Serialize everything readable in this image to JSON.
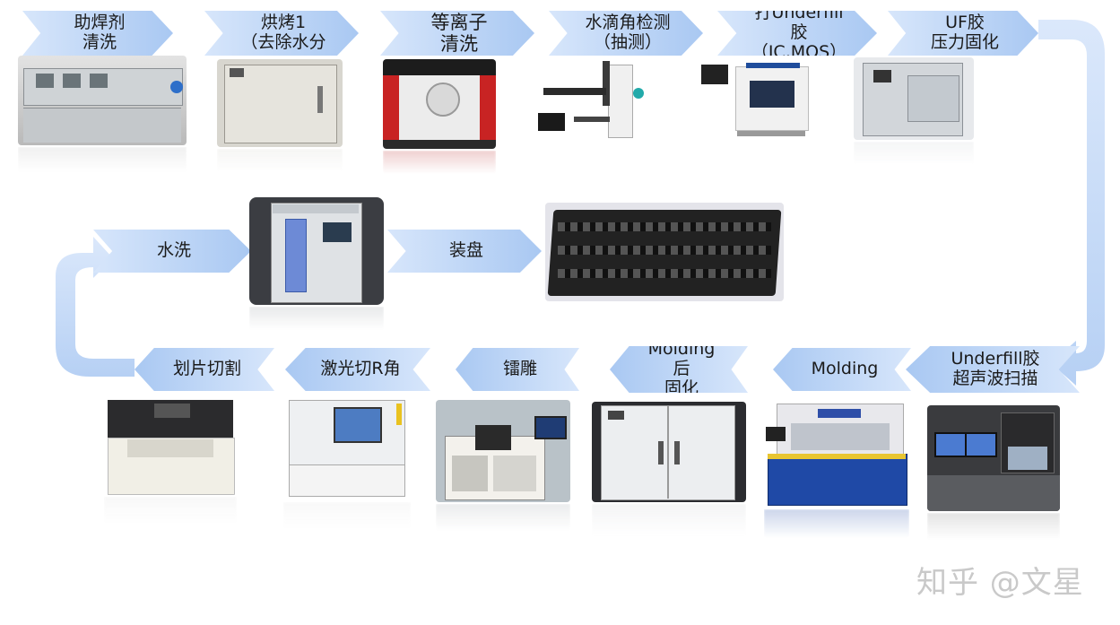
{
  "top_row": [
    {
      "label": "助焊剂\n清洗"
    },
    {
      "label": "烘烤1\n（去除水分"
    },
    {
      "label": "等离子\n清洗"
    },
    {
      "label": "水滴角检测\n（抽测）"
    },
    {
      "label": "打Underfill 胶\n（IC,MOS）"
    },
    {
      "label": "UF胶\n压力固化"
    }
  ],
  "middle_row": [
    {
      "label": "水洗"
    },
    {
      "label": "装盘"
    }
  ],
  "bottom_row": [
    {
      "label": "划片切割"
    },
    {
      "label": "激光切R角"
    },
    {
      "label": "镭雕"
    },
    {
      "label": "Molding后\n固化"
    },
    {
      "label": "Molding"
    },
    {
      "label": "Underfill胶\n超声波扫描"
    }
  ],
  "watermark": "知乎 @文星"
}
